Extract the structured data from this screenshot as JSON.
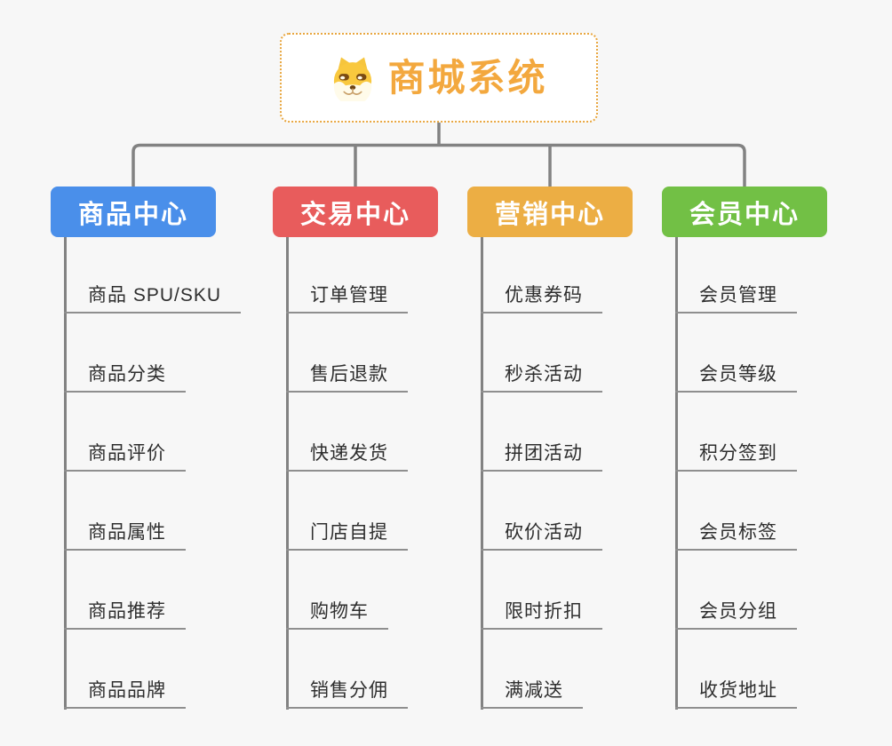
{
  "canvas": {
    "background": "#f7f7f7",
    "connector_color": "#828282"
  },
  "root": {
    "title": "商城系统",
    "icon": "doge-face",
    "text_color": "#f3a83e",
    "border_color": "#e8a63f"
  },
  "branches": [
    {
      "id": "product-center",
      "label": "商品中心",
      "color": "#4a8fea",
      "children": [
        "商品 SPU/SKU",
        "商品分类",
        "商品评价",
        "商品属性",
        "商品推荐",
        "商品品牌"
      ]
    },
    {
      "id": "trade-center",
      "label": "交易中心",
      "color": "#e85c5c",
      "children": [
        "订单管理",
        "售后退款",
        "快递发货",
        "门店自提",
        "购物车",
        "销售分佣"
      ]
    },
    {
      "id": "marketing-center",
      "label": "营销中心",
      "color": "#ecae44",
      "children": [
        "优惠券码",
        "秒杀活动",
        "拼团活动",
        "砍价活动",
        "限时折扣",
        "满减送"
      ]
    },
    {
      "id": "member-center",
      "label": "会员中心",
      "color": "#72c045",
      "children": [
        "会员管理",
        "会员等级",
        "积分签到",
        "会员标签",
        "会员分组",
        "收货地址"
      ]
    }
  ]
}
